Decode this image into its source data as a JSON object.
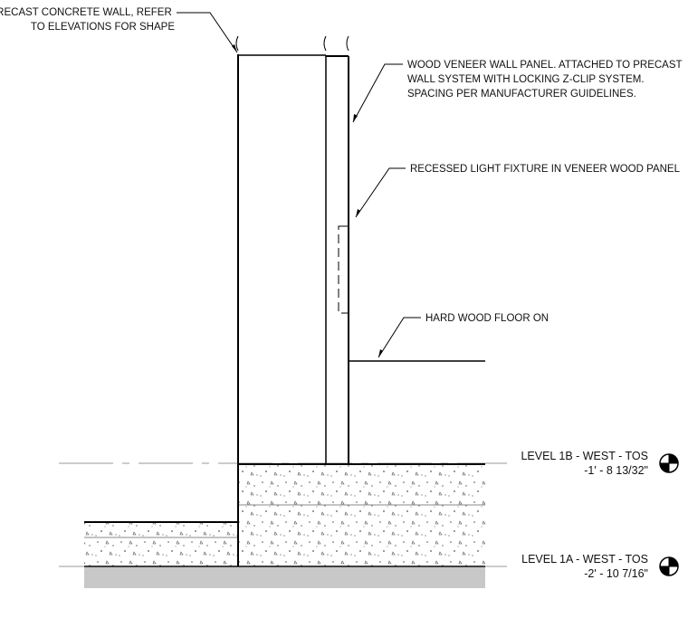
{
  "notes": {
    "precast_wall": [
      "PRECAST CONCRETE WALL, REFER",
      "TO ELEVATIONS FOR SHAPE"
    ],
    "veneer_panel": [
      "WOOD VENEER WALL PANEL. ATTACHED TO PRECAST",
      "WALL SYSTEM WITH LOCKING Z-CLIP SYSTEM.",
      "SPACING PER MANUFACTURER GUIDELINES."
    ],
    "light_fixture": [
      "RECESSED LIGHT FIXTURE IN VENEER WOOD PANEL"
    ],
    "floor": [
      "HARD WOOD FLOOR ON"
    ]
  },
  "levels": [
    {
      "name": "LEVEL 1B - WEST - TOS",
      "elevation": "-1' - 8 13/32\""
    },
    {
      "name": "LEVEL 1A - WEST - TOS",
      "elevation": "-2' - 10 7/16\""
    }
  ],
  "colors": {
    "line": "#000000",
    "ground_fill": "#c8c8c8",
    "level_line": "#9a9a9a",
    "concrete_dot": "#555555"
  }
}
